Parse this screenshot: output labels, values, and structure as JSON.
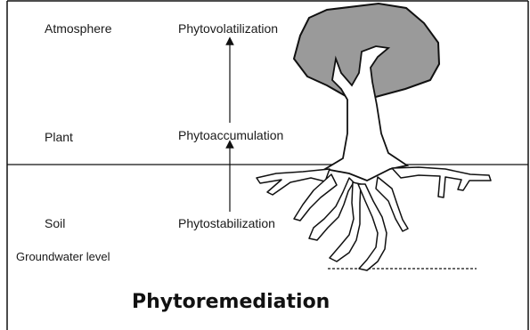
{
  "zones": {
    "atmosphere": "Atmosphere",
    "plant": "Plant",
    "soil": "Soil",
    "groundwater": "Groundwater level"
  },
  "processes": {
    "volatilization": "Phytovolatilization",
    "accumulation": "Phytoaccumulation",
    "stabilization": "Phytostabilization"
  },
  "title": "Phytoremediation",
  "colors": {
    "canopy": "#9a9a9a",
    "line": "#111111",
    "trunk": "#ffffff"
  }
}
